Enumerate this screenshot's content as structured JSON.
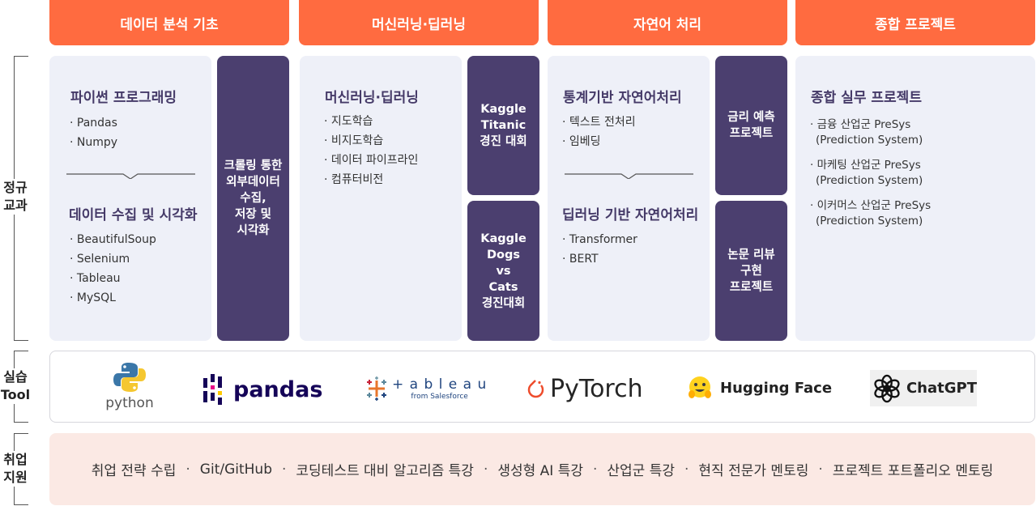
{
  "side_labels": {
    "curriculum": [
      "정규",
      "교과"
    ],
    "tools": [
      "실습",
      "Tool"
    ],
    "jobs": [
      "취업",
      "지원"
    ]
  },
  "headers": [
    "데이터 분석 기초",
    "머신러닝·딥러닝",
    "자연어 처리",
    "종합 프로젝트"
  ],
  "col1": {
    "title1": "파이썬 프로그래밍",
    "items1": [
      "· Pandas",
      "· Numpy"
    ],
    "title2": "데이터 수집 및 시각화",
    "items2": [
      "· BeautifulSoup",
      "· Selenium",
      "· Tableau",
      "· MySQL"
    ],
    "project": [
      "크롤링 통한",
      "외부데이터",
      "수집,",
      "저장 및",
      "시각화"
    ]
  },
  "col2": {
    "title": "머신러닝·딥러닝",
    "items": [
      "· 지도학습",
      "· 비지도학습",
      "· 데이터 파이프라인",
      "· 컴퓨터비전"
    ],
    "project1": [
      "Kaggle",
      "Titanic",
      "경진 대회"
    ],
    "project2": [
      "Kaggle",
      "Dogs",
      "vs",
      "Cats",
      "경진대회"
    ]
  },
  "col3": {
    "title1": "통계기반 자연어처리",
    "items1": [
      "· 텍스트 전처리",
      "· 임베딩"
    ],
    "title2": "딥러닝 기반 자연어처리",
    "items2": [
      "· Transformer",
      "· BERT"
    ],
    "project1": [
      "금리 예측",
      "프로젝트"
    ],
    "project2": [
      "논문 리뷰",
      "구현",
      "프로젝트"
    ]
  },
  "col4": {
    "title": "종합 실무 프로젝트",
    "items": [
      {
        "line1": "· 금융 산업군 PreSys",
        "line2": "(Prediction System)"
      },
      {
        "line1": "· 마케팅 산업군 PreSys",
        "line2": "(Prediction System)"
      },
      {
        "line1": "· 이커머스 산업군 PreSys",
        "line2": "(Prediction System)"
      }
    ]
  },
  "tools": {
    "python": "python",
    "pandas": "pandas",
    "tableau": "+ a b l e a u",
    "tableau_sub": "from Salesforce",
    "pytorch": "PyTorch",
    "huggingface": "Hugging Face",
    "chatgpt": "ChatGPT"
  },
  "jobs": [
    "취업 전략 수립",
    "Git/GitHub",
    "코딩테스트 대비 알고리즘 특강",
    "생성형 AI 특강",
    "산업군 특강",
    "현직 전문가 멘토링",
    "프로젝트 포트폴리오 멘토링"
  ],
  "colors": {
    "header": "#ff6b40",
    "dark": "#4b3f6f",
    "panel": "#eef0f8",
    "jobs_bg": "#fbe9e4"
  }
}
